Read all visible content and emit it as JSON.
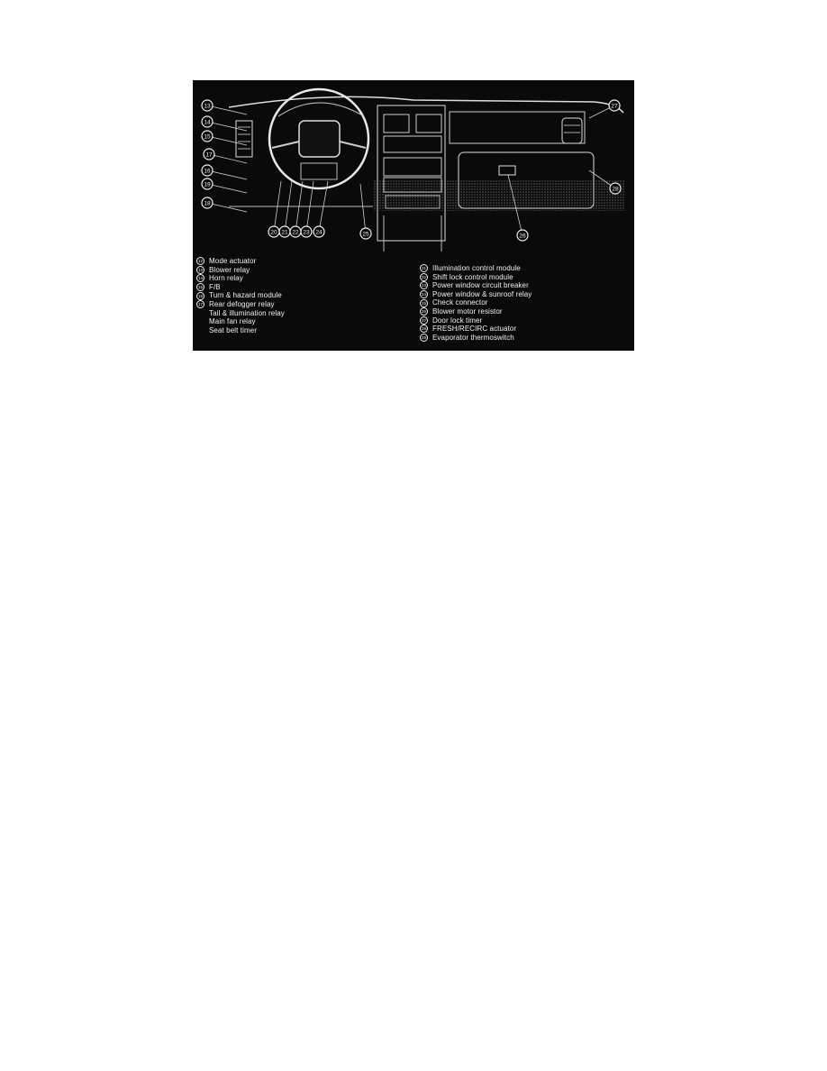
{
  "callouts_left": [
    "13",
    "14",
    "15",
    "17",
    "16",
    "19",
    "18"
  ],
  "callouts_bottom": [
    "20",
    "21",
    "22",
    "23",
    "24",
    "25"
  ],
  "callouts_right": [
    "26",
    "27",
    "28"
  ],
  "legend_left": [
    {
      "num": "12",
      "text": "Mode actuator"
    },
    {
      "num": "13",
      "text": "Blower relay"
    },
    {
      "num": "14",
      "text": "Horn relay"
    },
    {
      "num": "15",
      "text": "F/B"
    },
    {
      "num": "16",
      "text": "Turn & hazard module"
    },
    {
      "num": "17",
      "text": "Rear defogger relay"
    },
    {
      "num": "",
      "text": "Tail & illumination relay"
    },
    {
      "num": "",
      "text": "Main fan relay"
    },
    {
      "num": "",
      "text": "Seat belt timer"
    }
  ],
  "legend_right": [
    {
      "num": "21",
      "text": "Illumination control module"
    },
    {
      "num": "22",
      "text": "Shift lock control module"
    },
    {
      "num": "23",
      "text": "Power window circuit breaker"
    },
    {
      "num": "24",
      "text": "Power window & sunroof relay"
    },
    {
      "num": "25",
      "text": "Check connector"
    },
    {
      "num": "26",
      "text": "Blower motor resistor"
    },
    {
      "num": "27",
      "text": "Door lock timer"
    },
    {
      "num": "28",
      "text": "FRESH/RECIRC actuator"
    },
    {
      "num": "29",
      "text": "Evaporator thermoswitch"
    }
  ]
}
